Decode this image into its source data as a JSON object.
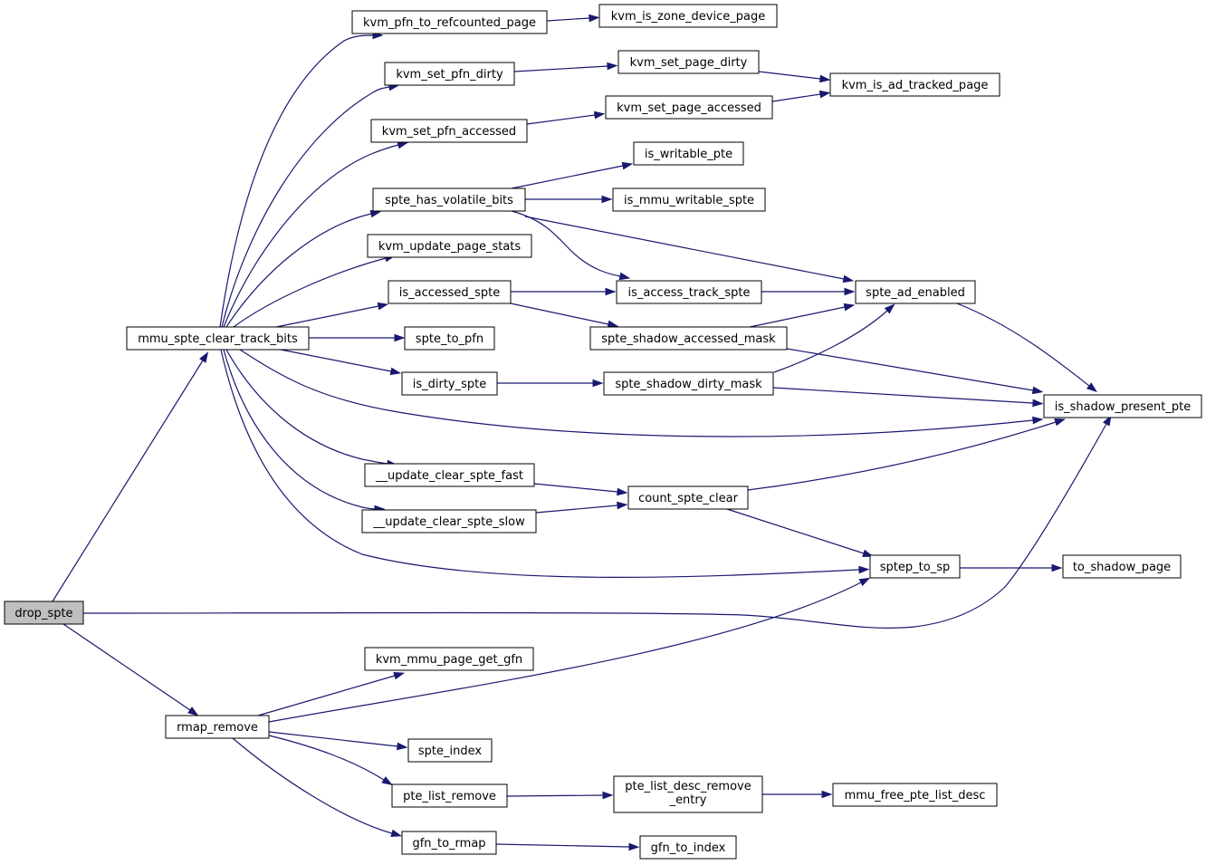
{
  "graph": {
    "root": "drop_spte",
    "nodes": [
      {
        "id": "drop_spte",
        "label": "drop_spte",
        "root": true
      },
      {
        "id": "mmu_spte_clear_track_bits",
        "label": "mmu_spte_clear_track_bits"
      },
      {
        "id": "rmap_remove",
        "label": "rmap_remove"
      },
      {
        "id": "kvm_pfn_to_refcounted_page",
        "label": "kvm_pfn_to_refcounted_page"
      },
      {
        "id": "kvm_is_zone_device_page",
        "label": "kvm_is_zone_device_page"
      },
      {
        "id": "kvm_set_pfn_dirty",
        "label": "kvm_set_pfn_dirty"
      },
      {
        "id": "kvm_set_page_dirty",
        "label": "kvm_set_page_dirty"
      },
      {
        "id": "kvm_is_ad_tracked_page",
        "label": "kvm_is_ad_tracked_page"
      },
      {
        "id": "kvm_set_pfn_accessed",
        "label": "kvm_set_pfn_accessed"
      },
      {
        "id": "kvm_set_page_accessed",
        "label": "kvm_set_page_accessed"
      },
      {
        "id": "spte_has_volatile_bits",
        "label": "spte_has_volatile_bits"
      },
      {
        "id": "is_writable_pte",
        "label": "is_writable_pte"
      },
      {
        "id": "is_mmu_writable_spte",
        "label": "is_mmu_writable_spte"
      },
      {
        "id": "kvm_update_page_stats",
        "label": "kvm_update_page_stats"
      },
      {
        "id": "is_accessed_spte",
        "label": "is_accessed_spte"
      },
      {
        "id": "is_access_track_spte",
        "label": "is_access_track_spte"
      },
      {
        "id": "spte_ad_enabled",
        "label": "spte_ad_enabled"
      },
      {
        "id": "spte_to_pfn",
        "label": "spte_to_pfn"
      },
      {
        "id": "spte_shadow_accessed_mask",
        "label": "spte_shadow_accessed_mask"
      },
      {
        "id": "is_dirty_spte",
        "label": "is_dirty_spte"
      },
      {
        "id": "spte_shadow_dirty_mask",
        "label": "spte_shadow_dirty_mask"
      },
      {
        "id": "is_shadow_present_pte",
        "label": "is_shadow_present_pte"
      },
      {
        "id": "__update_clear_spte_fast",
        "label": "__update_clear_spte_fast"
      },
      {
        "id": "count_spte_clear",
        "label": "count_spte_clear"
      },
      {
        "id": "__update_clear_spte_slow",
        "label": "__update_clear_spte_slow"
      },
      {
        "id": "sptep_to_sp",
        "label": "sptep_to_sp"
      },
      {
        "id": "to_shadow_page",
        "label": "to_shadow_page"
      },
      {
        "id": "kvm_mmu_page_get_gfn",
        "label": "kvm_mmu_page_get_gfn"
      },
      {
        "id": "spte_index",
        "label": "spte_index"
      },
      {
        "id": "pte_list_remove",
        "label": "pte_list_remove"
      },
      {
        "id": "pte_list_desc_remove_entry",
        "label": "pte_list_desc_remove\n_entry"
      },
      {
        "id": "mmu_free_pte_list_desc",
        "label": "mmu_free_pte_list_desc"
      },
      {
        "id": "gfn_to_rmap",
        "label": "gfn_to_rmap"
      },
      {
        "id": "gfn_to_index",
        "label": "gfn_to_index"
      }
    ],
    "edges": [
      [
        "drop_spte",
        "mmu_spte_clear_track_bits"
      ],
      [
        "drop_spte",
        "is_shadow_present_pte"
      ],
      [
        "drop_spte",
        "rmap_remove"
      ],
      [
        "mmu_spte_clear_track_bits",
        "kvm_pfn_to_refcounted_page"
      ],
      [
        "mmu_spte_clear_track_bits",
        "kvm_set_pfn_dirty"
      ],
      [
        "mmu_spte_clear_track_bits",
        "kvm_set_pfn_accessed"
      ],
      [
        "mmu_spte_clear_track_bits",
        "spte_has_volatile_bits"
      ],
      [
        "mmu_spte_clear_track_bits",
        "kvm_update_page_stats"
      ],
      [
        "mmu_spte_clear_track_bits",
        "is_accessed_spte"
      ],
      [
        "mmu_spte_clear_track_bits",
        "spte_to_pfn"
      ],
      [
        "mmu_spte_clear_track_bits",
        "is_dirty_spte"
      ],
      [
        "mmu_spte_clear_track_bits",
        "is_shadow_present_pte"
      ],
      [
        "mmu_spte_clear_track_bits",
        "__update_clear_spte_fast"
      ],
      [
        "mmu_spte_clear_track_bits",
        "__update_clear_spte_slow"
      ],
      [
        "mmu_spte_clear_track_bits",
        "sptep_to_sp"
      ],
      [
        "kvm_pfn_to_refcounted_page",
        "kvm_is_zone_device_page"
      ],
      [
        "kvm_set_pfn_dirty",
        "kvm_set_page_dirty"
      ],
      [
        "kvm_set_page_dirty",
        "kvm_is_ad_tracked_page"
      ],
      [
        "kvm_set_pfn_accessed",
        "kvm_set_page_accessed"
      ],
      [
        "kvm_set_page_accessed",
        "kvm_is_ad_tracked_page"
      ],
      [
        "spte_has_volatile_bits",
        "is_writable_pte"
      ],
      [
        "spte_has_volatile_bits",
        "is_mmu_writable_spte"
      ],
      [
        "spte_has_volatile_bits",
        "is_access_track_spte"
      ],
      [
        "spte_has_volatile_bits",
        "spte_ad_enabled"
      ],
      [
        "is_accessed_spte",
        "is_access_track_spte"
      ],
      [
        "is_accessed_spte",
        "spte_shadow_accessed_mask"
      ],
      [
        "is_access_track_spte",
        "spte_ad_enabled"
      ],
      [
        "spte_shadow_accessed_mask",
        "spte_ad_enabled"
      ],
      [
        "spte_shadow_accessed_mask",
        "is_shadow_present_pte"
      ],
      [
        "spte_ad_enabled",
        "is_shadow_present_pte"
      ],
      [
        "is_dirty_spte",
        "spte_shadow_dirty_mask"
      ],
      [
        "spte_shadow_dirty_mask",
        "spte_ad_enabled"
      ],
      [
        "spte_shadow_dirty_mask",
        "is_shadow_present_pte"
      ],
      [
        "__update_clear_spte_fast",
        "count_spte_clear"
      ],
      [
        "__update_clear_spte_slow",
        "count_spte_clear"
      ],
      [
        "count_spte_clear",
        "is_shadow_present_pte"
      ],
      [
        "count_spte_clear",
        "sptep_to_sp"
      ],
      [
        "sptep_to_sp",
        "to_shadow_page"
      ],
      [
        "rmap_remove",
        "kvm_mmu_page_get_gfn"
      ],
      [
        "rmap_remove",
        "sptep_to_sp"
      ],
      [
        "rmap_remove",
        "spte_index"
      ],
      [
        "rmap_remove",
        "pte_list_remove"
      ],
      [
        "rmap_remove",
        "gfn_to_rmap"
      ],
      [
        "pte_list_remove",
        "pte_list_desc_remove_entry"
      ],
      [
        "pte_list_desc_remove_entry",
        "mmu_free_pte_list_desc"
      ],
      [
        "gfn_to_rmap",
        "gfn_to_index"
      ]
    ]
  }
}
